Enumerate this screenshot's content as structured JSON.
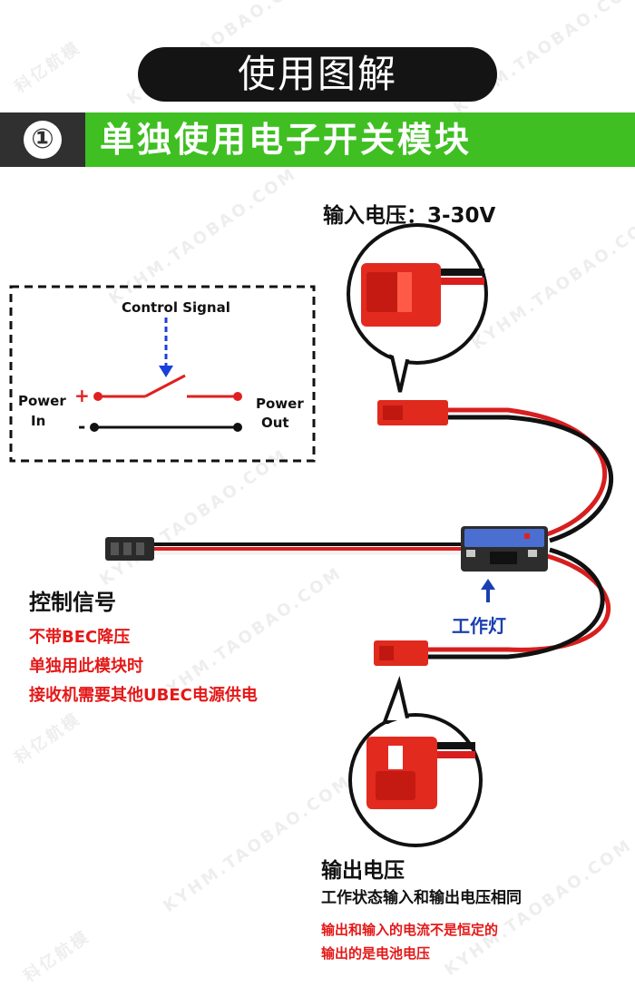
{
  "header": {
    "title": "使用图解"
  },
  "section": {
    "number": "①",
    "title": "单独使用电子开关模块"
  },
  "diagram": {
    "control_signal": "Control Signal",
    "power_in_line1": "Power",
    "power_in_line2": "In",
    "power_out_line1": "Power",
    "power_out_line2": "Out",
    "plus": "+",
    "minus": "-"
  },
  "labels": {
    "input_voltage": "输入电压：3-30V",
    "control_signal_title": "控制信号",
    "control_notes": [
      "不带BEC降压",
      "单独用此模块时",
      "接收机需要其他UBEC电源供电"
    ],
    "work_light": "工作灯",
    "output_voltage_title": "输出电压",
    "output_voltage_sub": "工作状态输入和输出电压相同",
    "output_notes": [
      "输出和输入的电流不是恒定的",
      "输出的是电池电压"
    ]
  },
  "watermarks": [
    "KYHM.TAOBAO.COM",
    "科亿航模"
  ],
  "colors": {
    "green_bar": "#3fbf22",
    "dark": "#141414",
    "red_text": "#e41818",
    "blue_text": "#1a3fb0",
    "wire_red": "#e02020"
  }
}
